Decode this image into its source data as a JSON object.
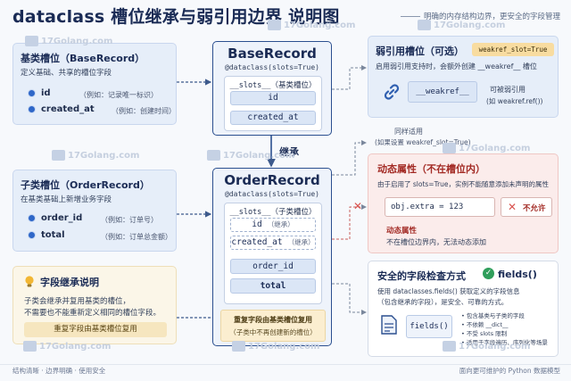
{
  "header": {
    "title": "dataclass 槽位继承与弱引用边界 说明图",
    "subtitle": "明确的内存结构边界，更安全的字段管理"
  },
  "base_panel": {
    "title": "基类槽位（BaseRecord）",
    "desc": "定义基础、共享的槽位字段",
    "fields": [
      {
        "name": "id",
        "note": "（例如：记录唯一标识）"
      },
      {
        "name": "created_at",
        "note": "（例如：创建时间）"
      }
    ]
  },
  "sub_panel": {
    "title": "子类槽位（OrderRecord）",
    "desc": "在基类基础上新增业务字段",
    "fields": [
      {
        "name": "order_id",
        "note": "（例如：订单号）"
      },
      {
        "name": "total",
        "note": "（例如：订单总金额）"
      }
    ]
  },
  "tip_panel": {
    "title": "字段继承说明",
    "lines": [
      "子类会继承并复用基类的槽位，",
      "不需要也不能重新定义相同的槽位字段。"
    ],
    "badge": "重复字段由基类槽位复用"
  },
  "base_record": {
    "title": "BaseRecord",
    "decorator": "@dataclass(slots=True)",
    "slots_head": "__slots__（基类槽位）",
    "slots": [
      "id",
      "created_at"
    ]
  },
  "inherit_label": "继承",
  "order_record": {
    "title": "OrderRecord",
    "decorator": "@dataclass(slots=True)",
    "slots_head": "__slots__（子类槽位）",
    "inherited_slots": [
      {
        "name": "id",
        "note": "（继承）"
      },
      {
        "name": "created_at",
        "note": "（继承）"
      }
    ],
    "own_slots": [
      "order_id",
      "total"
    ],
    "footer_line1": "重复字段由基类槽位复用",
    "footer_line2": "（子类中不再创建新的槽位）"
  },
  "weakref_panel": {
    "title": "弱引用槽位（可选）",
    "tag": "weakref_slot=True",
    "desc": "启用弱引用支持时，会额外创建 __weakref__ 槽位",
    "slot": "__weakref__",
    "side_line1": "可被弱引用",
    "side_line2": "(如 weakref.ref())",
    "icon": "link-icon"
  },
  "weakref_note": {
    "line1": "同样适用",
    "line2": "(如果设置 weakref_slot=True)"
  },
  "dynamic_panel": {
    "title": "动态属性（不在槽位内）",
    "desc": "由于启用了 slots=True，实例不能随意添加未声明的属性",
    "code": "obj.extra = 123",
    "deny": "不允许",
    "sub_title": "动态属性",
    "sub_desc": "不在槽位边界内，无法动态添加",
    "accent": "#d9534f"
  },
  "fields_panel": {
    "title": "安全的字段检查方式",
    "func_label": "fields()",
    "desc_line1": "使用 dataclasses.fields() 获取定义的字段信息",
    "desc_line2": "（包含继承的字段），是安全、可靠的方式。",
    "box_label": "fields()",
    "bullets": [
      "包含基类与子类的字段",
      "不依赖 __dict__",
      "不受 slots 限制",
      "适用于字段遍历、序列化等场景"
    ]
  },
  "watermark": "17Golang.com",
  "footer": {
    "left": "结构清晰 · 边界明确 · 使用安全",
    "right": "面向更可维护的 Python 数据模型"
  }
}
